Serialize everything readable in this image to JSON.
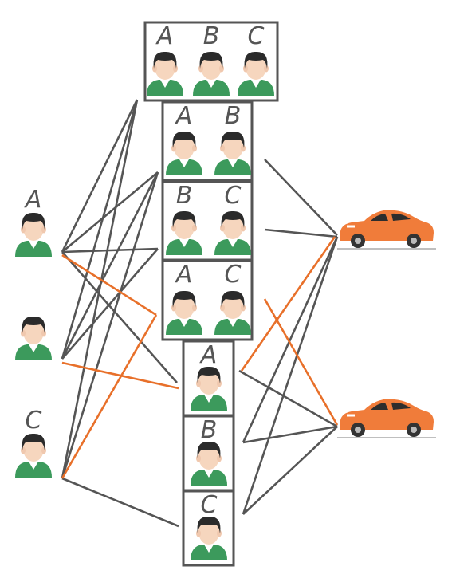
{
  "colors": {
    "line_gray": "#555555",
    "line_orange": "#e8702a",
    "shirt": "#3c9a5c",
    "skin": "#f6d6be",
    "hair": "#2b2b2b",
    "car": "#f07c3a"
  },
  "persons": [
    {
      "key": "A",
      "label": "A"
    },
    {
      "key": "B",
      "label": ""
    },
    {
      "key": "C",
      "label": "C"
    }
  ],
  "groups": [
    {
      "key": "ABC",
      "labels": [
        "A",
        "B",
        "C"
      ]
    },
    {
      "key": "AB",
      "labels": [
        "A",
        "B"
      ]
    },
    {
      "key": "BC",
      "labels": [
        "B",
        "C"
      ]
    },
    {
      "key": "AC",
      "labels": [
        "A",
        "C"
      ]
    },
    {
      "key": "A",
      "labels": [
        "A"
      ]
    },
    {
      "key": "B",
      "labels": [
        "B"
      ]
    },
    {
      "key": "C",
      "labels": [
        "C"
      ]
    }
  ],
  "vehicles": [
    {
      "key": "car1",
      "icon": "car-icon"
    },
    {
      "key": "car2",
      "icon": "car-icon"
    }
  ]
}
